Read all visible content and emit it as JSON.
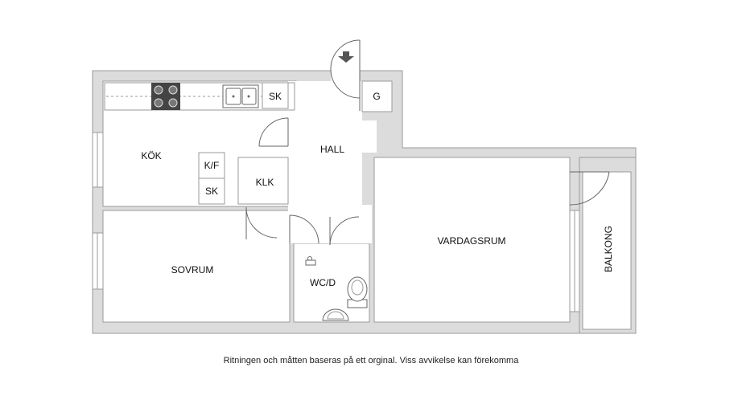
{
  "rooms": {
    "kok": "KÖK",
    "hall": "HALL",
    "klk": "KLK",
    "sovrum": "SOVRUM",
    "vardagsrum": "VARDAGSRUM",
    "wc": "WC/D",
    "balkong": "BALKONG"
  },
  "fixtures": {
    "sk_kitchen": "SK",
    "g": "G",
    "kf": "K/F",
    "sk_lower": "SK"
  },
  "disclaimer": "Ritningen och måtten baseras på ett orginal. Viss avvikelse kan förekomma",
  "colors": {
    "wall": "#dcdcdc",
    "wall_edge": "#9a9a9a",
    "floor": "#ffffff",
    "stove": "#444444"
  }
}
